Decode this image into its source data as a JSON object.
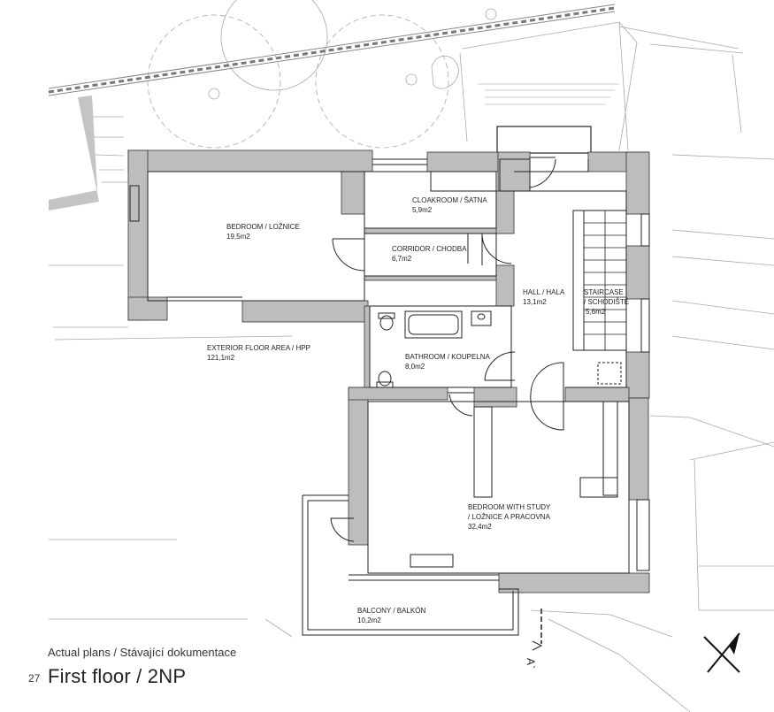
{
  "rooms": {
    "bedroom": {
      "name": "BEDROOM / LOŽNICE",
      "area": "19,5m2"
    },
    "cloakroom": {
      "name": "CLOAKROOM / ŠATNA",
      "area": "5,9m2"
    },
    "corridor": {
      "name": "CORRIDOR / CHODBA",
      "area": "6,7m2"
    },
    "hall": {
      "name": "HALL / HALA",
      "area": "13,1m2"
    },
    "staircase": {
      "name_line1": "STAIRCASE",
      "name_line2": "/ SCHODIŠTĚ",
      "area": "5,6m2"
    },
    "bathroom": {
      "name": "BATHROOM / KOUPELNA",
      "area": "8,0m2"
    },
    "bedroom_study": {
      "name_line1": "BEDROOM WITH STUDY",
      "name_line2": "/ LOŽNICE A PRACOVNA",
      "area": "32,4m2"
    },
    "balcony": {
      "name": "BALCONY / BALKÓN",
      "area": "10,2m2"
    }
  },
  "exterior": {
    "label": "EXTERIOR FLOOR AREA / HPP",
    "area": "121,1m2"
  },
  "section_marker": "A`",
  "caption": {
    "subtitle": "Actual plans / Stávající dokumentace",
    "page_number": "27",
    "title": "First floor / 2NP"
  },
  "colors": {
    "wall": "#bdbdbd",
    "line": "#222222",
    "context_line": "#9a9a9a",
    "dashed": "#8a8a8a"
  },
  "north_icon": "north-arrow-icon"
}
